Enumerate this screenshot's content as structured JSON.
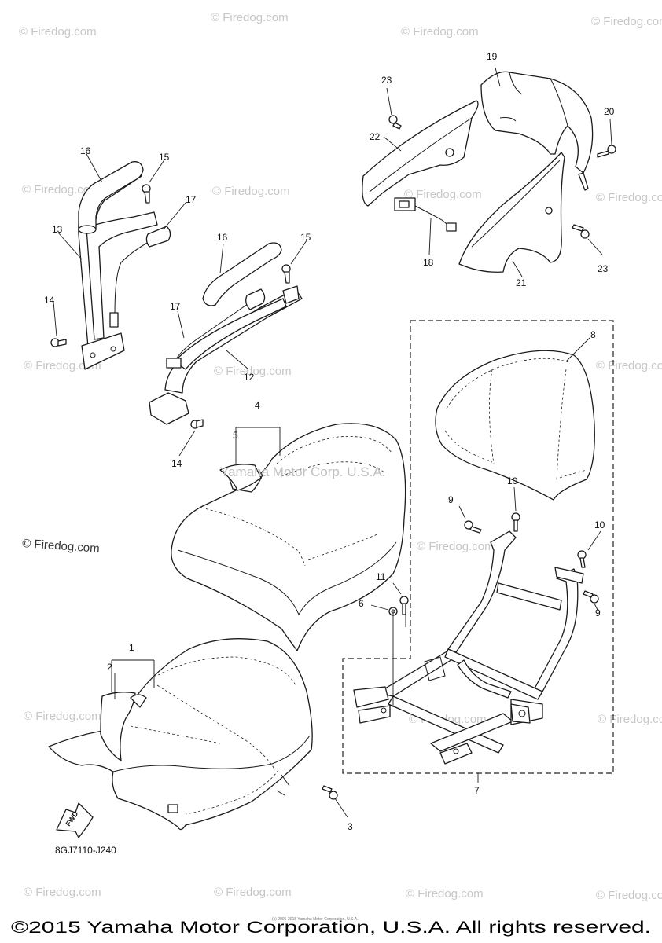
{
  "watermark": {
    "text": "© Firedog.com",
    "corp_text": "Yamaha Motor Corp. U.S.A."
  },
  "diagram_code": "8GJ7110-J240",
  "fwd_label": "FWD",
  "small_print": "(c) 2005-2015 Yamaha Motor Corporation, U.S.A.",
  "copyright": "©2015 Yamaha Motor Corporation, U.S.A. All rights reserved.",
  "callouts": {
    "c1": "1",
    "c2": "2",
    "c3": "3",
    "c4": "4",
    "c5": "5",
    "c6": "6",
    "c7": "7",
    "c8": "8",
    "c9a": "9",
    "c9b": "9",
    "c10a": "10",
    "c10b": "10",
    "c11": "11",
    "c12": "12",
    "c13": "13",
    "c14a": "14",
    "c14b": "14",
    "c15a": "15",
    "c15b": "15",
    "c16a": "16",
    "c16b": "16",
    "c17a": "17",
    "c17b": "17",
    "c18": "18",
    "c19": "19",
    "c20": "20",
    "c21": "21",
    "c22": "22",
    "c23a": "23",
    "c23b": "23"
  }
}
